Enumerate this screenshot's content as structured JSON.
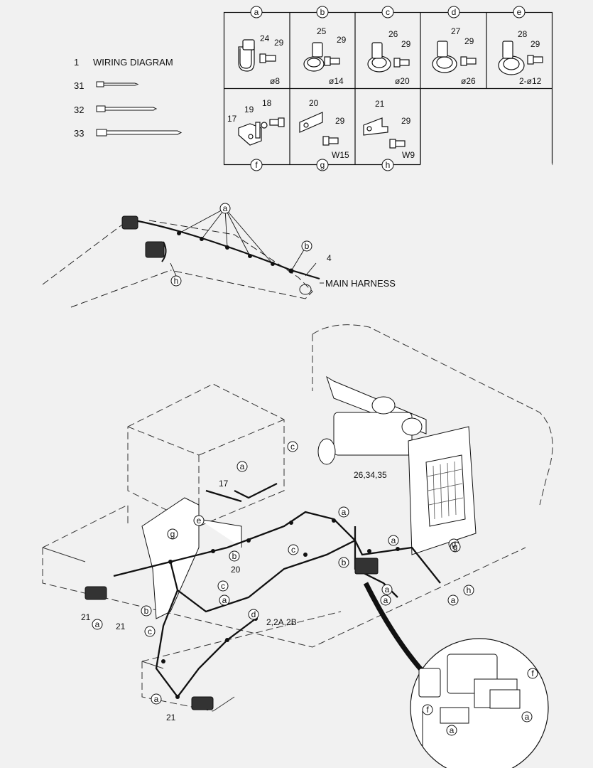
{
  "legend": [
    {
      "no": "1",
      "name": "WIRING DIAGRAM"
    },
    {
      "no": "31",
      "name": ""
    },
    {
      "no": "32",
      "name": ""
    },
    {
      "no": "33",
      "name": ""
    }
  ],
  "clamp_table": {
    "top_row": [
      {
        "letter": "a",
        "part": "24",
        "bolt": "29",
        "size": "ø8"
      },
      {
        "letter": "b",
        "part": "25",
        "bolt": "29",
        "size": "ø14"
      },
      {
        "letter": "c",
        "part": "26",
        "bolt": "29",
        "size": "ø20"
      },
      {
        "letter": "d",
        "part": "27",
        "bolt": "29",
        "size": "ø26"
      },
      {
        "letter": "e",
        "part": "28",
        "bolt": "29",
        "size": "2-ø12"
      }
    ],
    "bottom_row": [
      {
        "letter": "f",
        "parts": [
          "17",
          "19",
          "18"
        ],
        "size": ""
      },
      {
        "letter": "g",
        "parts": [
          "20",
          "29"
        ],
        "size": "W15"
      },
      {
        "letter": "h",
        "parts": [
          "21",
          "29"
        ],
        "size": "W9"
      }
    ]
  },
  "boom": {
    "main_harness_label": "MAIN HARNESS",
    "part_no": "4",
    "callouts": [
      "a",
      "b",
      "h"
    ]
  },
  "machine": {
    "labels": {
      "p17": "17",
      "p20": "20",
      "p21a": "21",
      "p21b": "21",
      "p21c": "21",
      "p26": "26,34,35",
      "p2": "2,2A,2B"
    },
    "callouts": [
      "a",
      "b",
      "c",
      "d",
      "e",
      "f",
      "g",
      "h"
    ]
  }
}
